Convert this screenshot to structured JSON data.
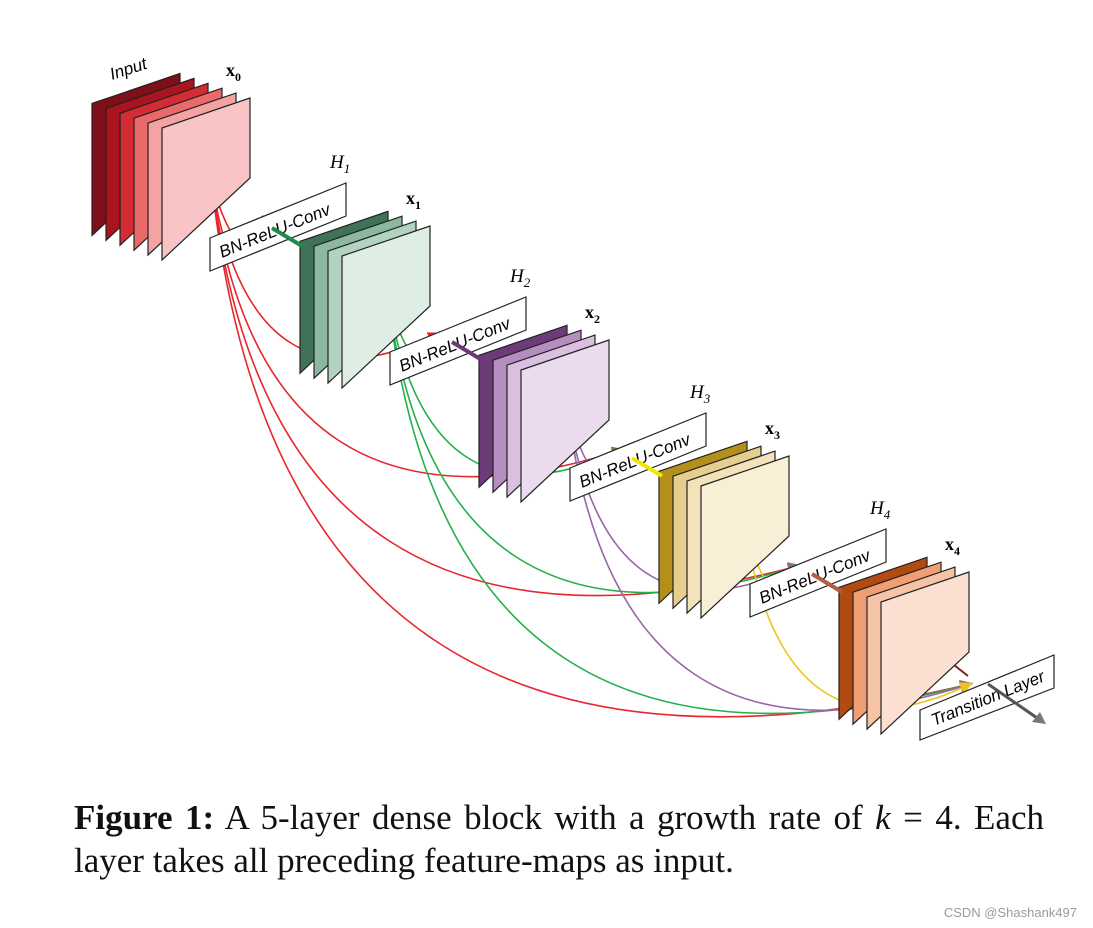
{
  "diagram": {
    "input_label": "Input",
    "feature_maps": [
      {
        "label": "x",
        "sub": "0",
        "colors": [
          "#7f0f19",
          "#a9141f",
          "#d42c34",
          "#ea6a6b",
          "#f5a2a2",
          "#f8c4c6"
        ]
      },
      {
        "label": "x",
        "sub": "1",
        "colors": [
          "#3f7257",
          "#8cb8a0",
          "#b3d3c1",
          "#dfeee5"
        ]
      },
      {
        "label": "x",
        "sub": "2",
        "colors": [
          "#6d3c78",
          "#b68dc0",
          "#d9c0df",
          "#eadcee"
        ]
      },
      {
        "label": "x",
        "sub": "3",
        "colors": [
          "#b3901a",
          "#e6cf8e",
          "#f3e3ba",
          "#f9efd6"
        ]
      },
      {
        "label": "x",
        "sub": "4",
        "colors": [
          "#b34a12",
          "#ef9f73",
          "#f6c3a6",
          "#fbe0d1"
        ]
      }
    ],
    "layers": [
      {
        "name": "H",
        "sub": "1",
        "op": "BN-ReLU-Conv"
      },
      {
        "name": "H",
        "sub": "2",
        "op": "BN-ReLU-Conv"
      },
      {
        "name": "H",
        "sub": "3",
        "op": "BN-ReLU-Conv"
      },
      {
        "name": "H",
        "sub": "4",
        "op": "BN-ReLU-Conv"
      }
    ],
    "transition_label": "Transition Layer",
    "connection_colors": [
      "#e8262c",
      "#22b14c",
      "#9b63a8",
      "#f0c419",
      "#8b1a1a"
    ],
    "arrow_colors": [
      "#1f8a4c",
      "#6a3a73",
      "#f2e600",
      "#b06040",
      "#8b1a1a"
    ]
  },
  "caption": {
    "lead": "Figure 1:",
    "text_before_math": "A 5-layer dense block with a growth rate of",
    "math": "k",
    "text_after_math": "= 4. Each layer takes all preceding feature-maps as input."
  },
  "watermark": "CSDN @Shashank497"
}
